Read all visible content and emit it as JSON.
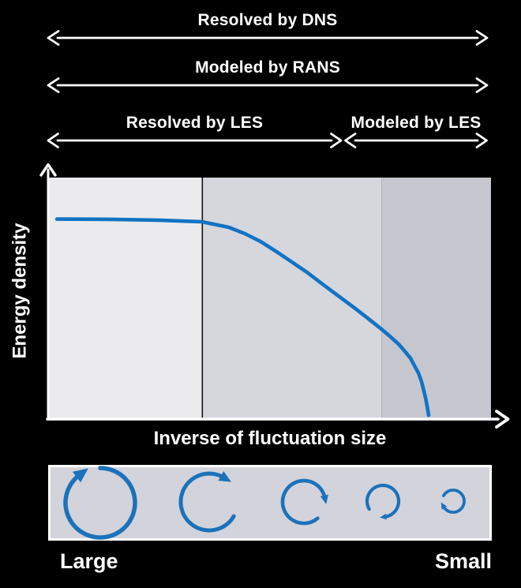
{
  "figure": {
    "description": "Turbulence modeling schematic: energy density versus inverse of fluctuation size, with ranges resolved/modeled by DNS, RANS and LES, and eddy size legend"
  },
  "colors": {
    "background": "#000000",
    "text": "#ffffff",
    "accent_blue": "#1273c4",
    "eddy_blue": "#1b72ba",
    "cutoff_line": "#141414",
    "eddy_box_fill": "#d3d3db",
    "eddy_box_border": "#ffffff"
  },
  "top_annotations": [
    {
      "id": "dns",
      "label": "Resolved by DNS",
      "span": "full"
    },
    {
      "id": "rans",
      "label": "Modeled by RANS",
      "span": "full"
    },
    {
      "id": "les-resolved",
      "label": "Resolved by LES",
      "span": "left"
    },
    {
      "id": "les-modeled",
      "label": "Modeled by LES",
      "span": "right"
    }
  ],
  "plot": {
    "ylabel": "Energy density",
    "xlabel": "Inverse of fluctuation size"
  },
  "eddy_legend": {
    "left_label": "Large",
    "right_label": "Small",
    "eddy_icons": [
      "eddy-icon-xl",
      "eddy-icon-l",
      "eddy-icon-m",
      "eddy-icon-s",
      "eddy-icon-xs"
    ]
  },
  "chart_data": {
    "type": "line",
    "title": "",
    "xlabel": "Inverse of fluctuation size",
    "ylabel": "Energy density",
    "x_range": [
      0,
      1
    ],
    "y_range": [
      0,
      1
    ],
    "grid": false,
    "legend": "none",
    "bands": [
      {
        "x_start": 0.0,
        "x_end": 0.347,
        "color": "#ebebed"
      },
      {
        "x_start": 0.347,
        "x_end": 0.752,
        "color": "#d6d6dd"
      },
      {
        "x_start": 0.752,
        "x_end": 1.0,
        "color": "#c6c6cf"
      }
    ],
    "cutoff_line_x": 0.347,
    "series": [
      {
        "name": "energy-spectrum",
        "points": [
          [
            0.018,
            0.828
          ],
          [
            0.139,
            0.827
          ],
          [
            0.246,
            0.824
          ],
          [
            0.346,
            0.817
          ],
          [
            0.407,
            0.794
          ],
          [
            0.443,
            0.768
          ],
          [
            0.479,
            0.735
          ],
          [
            0.514,
            0.694
          ],
          [
            0.55,
            0.65
          ],
          [
            0.586,
            0.605
          ],
          [
            0.621,
            0.556
          ],
          [
            0.657,
            0.507
          ],
          [
            0.693,
            0.458
          ],
          [
            0.723,
            0.415
          ],
          [
            0.752,
            0.373
          ],
          [
            0.771,
            0.343
          ],
          [
            0.791,
            0.31
          ],
          [
            0.805,
            0.281
          ],
          [
            0.818,
            0.252
          ],
          [
            0.827,
            0.221
          ],
          [
            0.836,
            0.19
          ],
          [
            0.843,
            0.154
          ],
          [
            0.848,
            0.118
          ],
          [
            0.852,
            0.088
          ],
          [
            0.855,
            0.059
          ],
          [
            0.859,
            0.016
          ]
        ]
      }
    ]
  }
}
